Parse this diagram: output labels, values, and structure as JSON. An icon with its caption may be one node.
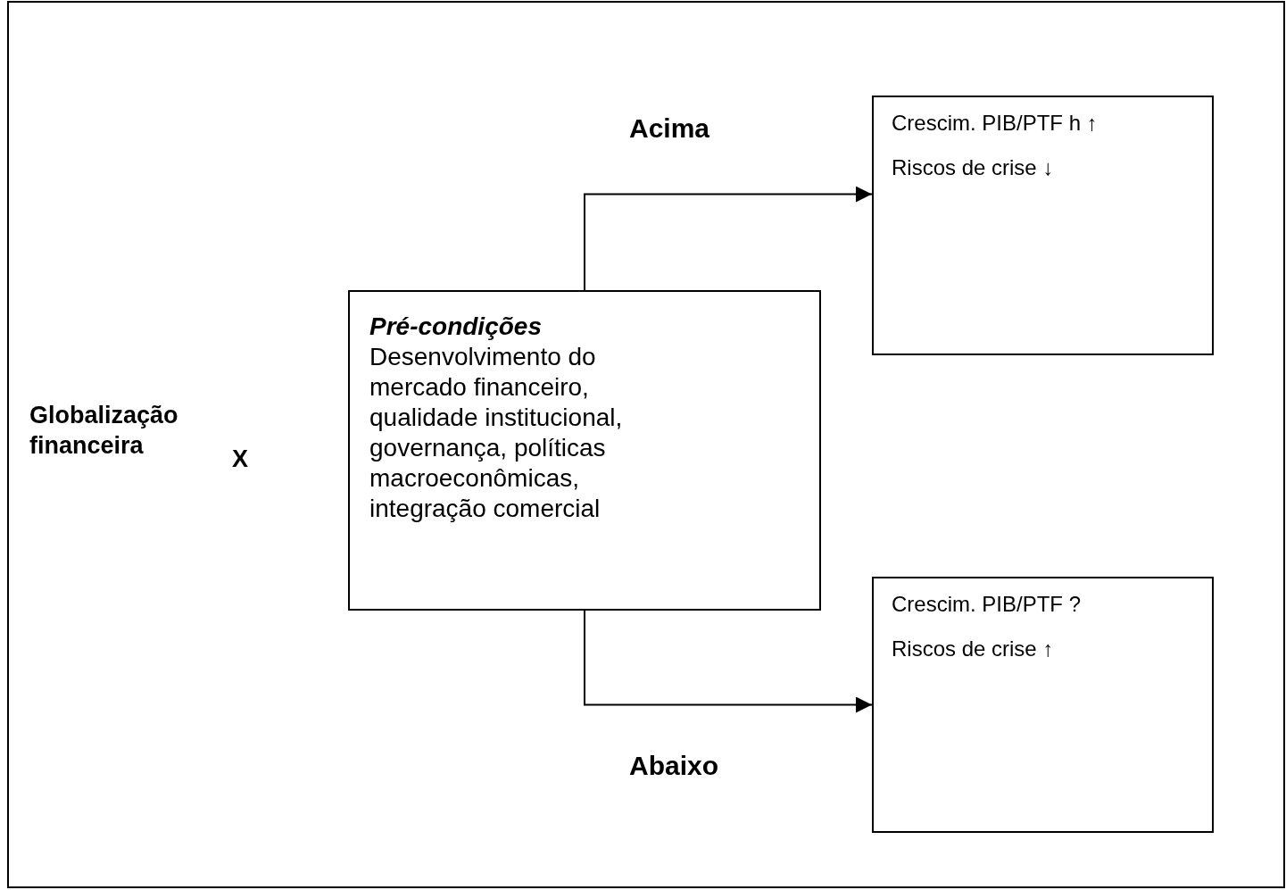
{
  "diagram": {
    "nodes": [
      {
        "text": [
          "Pré-condições",
          "Desenvolvimento do mercado financeiro, qualidade institucional, governança, políticas macroeconômicas, integração comercial"
        ]
      },
      {
        "text": [
          "Crescim. PIB/PTF h ↑",
          "Riscos de crise ↓"
        ]
      },
      {
        "text": [
          "Crescim. PIB/PTF ?",
          "Riscos de crise ↑"
        ]
      }
    ],
    "edges": [
      {
        "from": 0,
        "to": 1,
        "arrow": "to",
        "label": "Acima"
      },
      {
        "from": 0,
        "to": 2,
        "arrow": "to",
        "label": "Abaixo"
      }
    ],
    "labels": [
      "Globalização financeira",
      "X"
    ]
  }
}
